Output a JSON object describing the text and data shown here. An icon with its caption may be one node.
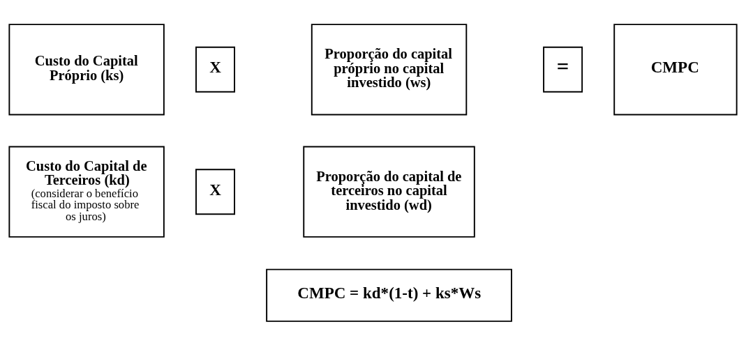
{
  "diagram": {
    "nodes": [
      {
        "text": [
          "Custo do Capital Próprio (ks)"
        ]
      },
      {
        "text": [
          "X"
        ]
      },
      {
        "text": [
          "Proporção do capital próprio no capital investido (ws)"
        ]
      },
      {
        "text": [
          "="
        ]
      },
      {
        "text": [
          "CMPC"
        ]
      },
      {
        "text": [
          "Custo do Capital de Terceiros (kd)",
          "(considerar o benefício fiscal do imposto sobre os juros)"
        ]
      },
      {
        "text": [
          "X"
        ]
      },
      {
        "text": [
          "Proporção do capital de terceiros no capital investido (wd)"
        ]
      },
      {
        "text": [
          "CMPC = kd*(1-t) + ks*Ws"
        ]
      }
    ]
  }
}
